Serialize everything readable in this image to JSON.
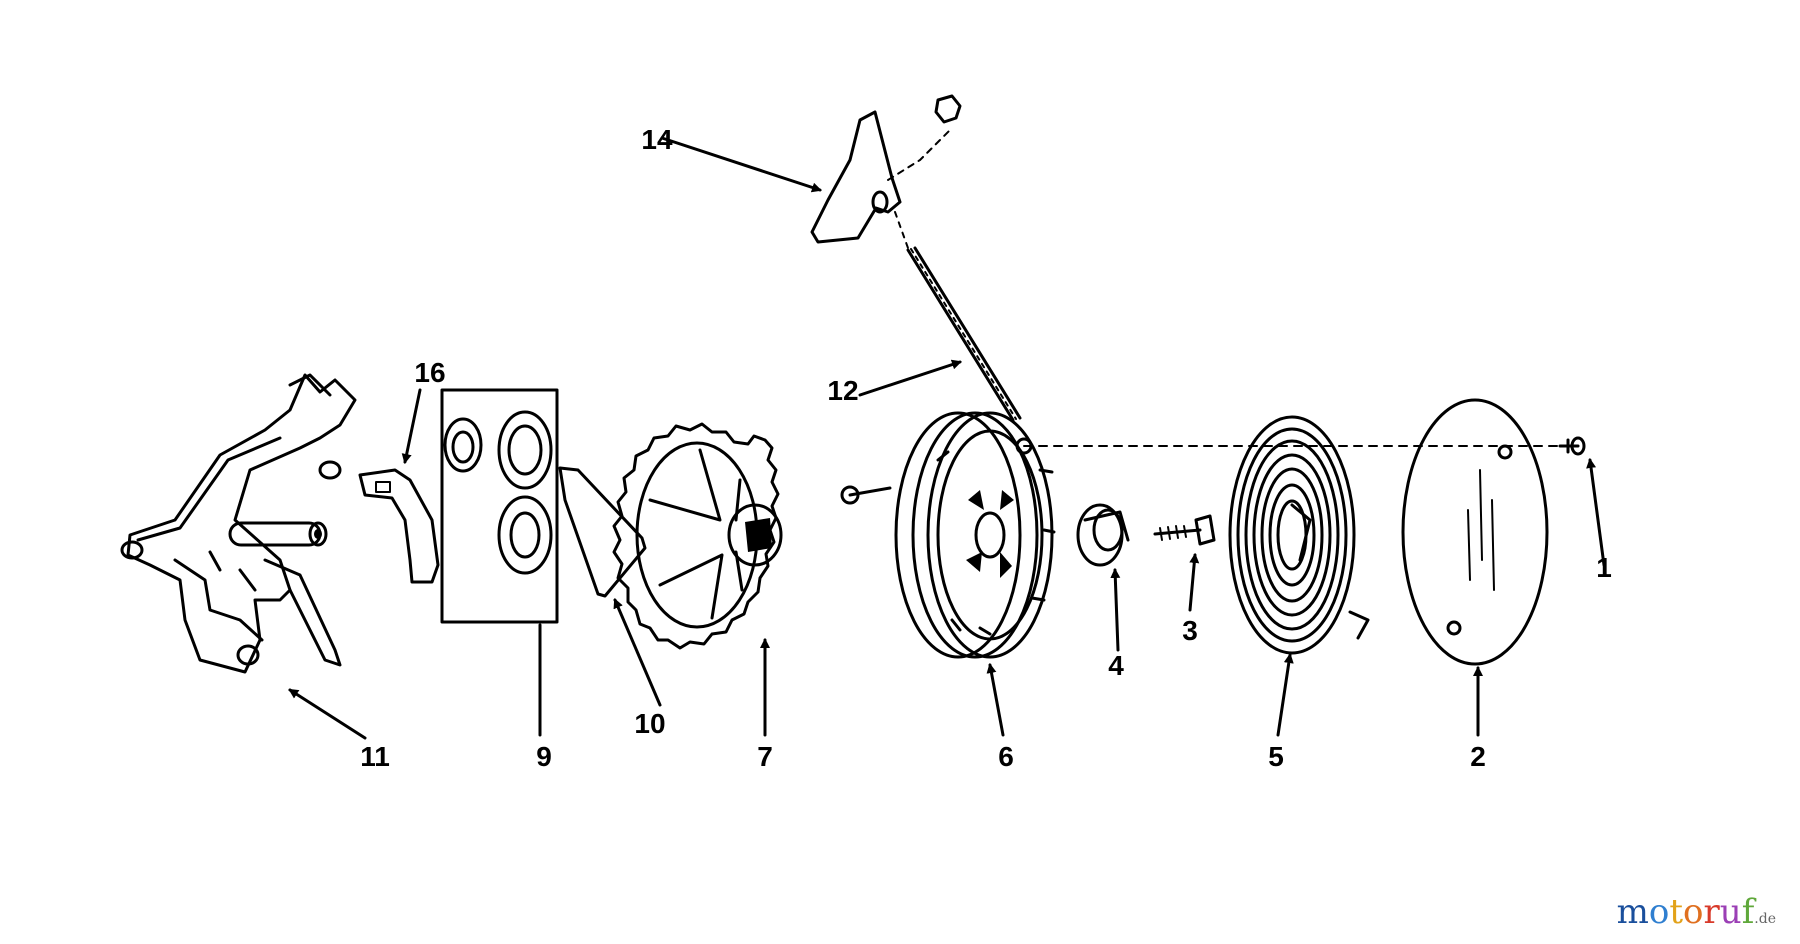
{
  "diagram": {
    "parts": [
      {
        "number": "1"
      },
      {
        "number": "2"
      },
      {
        "number": "3"
      },
      {
        "number": "4"
      },
      {
        "number": "5"
      },
      {
        "number": "6"
      },
      {
        "number": "7"
      },
      {
        "number": "9"
      },
      {
        "number": "10"
      },
      {
        "number": "11"
      },
      {
        "number": "12"
      },
      {
        "number": "14"
      },
      {
        "number": "16"
      }
    ]
  },
  "watermark": {
    "letters": [
      "m",
      "o",
      "t",
      "o",
      "r",
      "u",
      "f"
    ],
    "colors": [
      "#1a4f9c",
      "#2f7fd0",
      "#e2a21a",
      "#e07020",
      "#d83a2a",
      "#9b3fb5",
      "#5fa83a"
    ],
    "tld": ".de"
  }
}
